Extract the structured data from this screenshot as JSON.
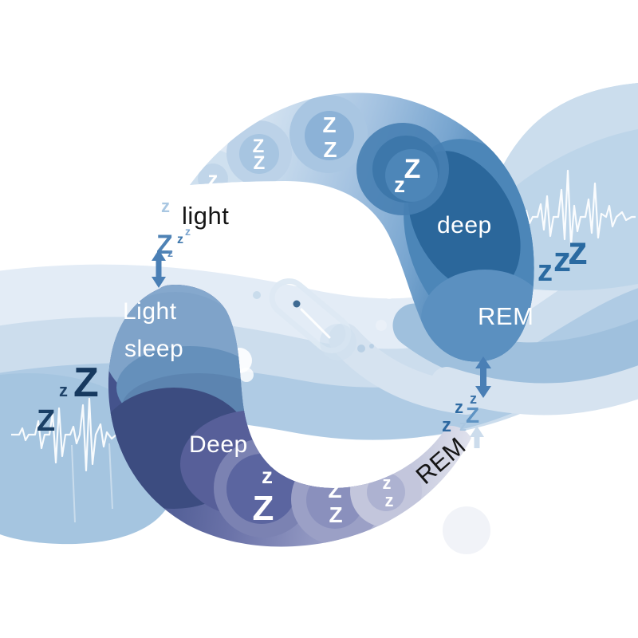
{
  "labels": {
    "light_annotation": "light",
    "top_deep": "deep",
    "top_rem": "REM",
    "bottom_light_line1": "Light",
    "bottom_light_line2": "sleep",
    "bottom_deep": "Deep",
    "bottom_rem": "REM"
  },
  "top_arc_circles": [
    {
      "letters": [
        "z"
      ]
    },
    {
      "letters": [
        "Z",
        "Z"
      ]
    },
    {
      "letters": [
        "Z",
        "Z"
      ]
    },
    {
      "letters": [
        "z",
        "Z"
      ]
    }
  ],
  "bottom_arc_circles": [
    {
      "letters": [
        "z",
        "Z"
      ]
    },
    {
      "letters": [
        "Z",
        "Z"
      ]
    },
    {
      "letters": [
        "z",
        "z"
      ]
    }
  ],
  "z_clusters": {
    "near_light": [
      "z",
      "Z",
      "z",
      "z",
      "z"
    ],
    "left_navy": [
      "Z",
      "z",
      "Z"
    ],
    "right_dark": [
      "z",
      "z",
      "z"
    ],
    "mid_right": [
      "z",
      "z",
      "Z",
      "z",
      "z"
    ]
  },
  "colors": {
    "background": "#ffffff",
    "band_pale": "#e3ecf6",
    "band_light": "#ccdded",
    "band_medium": "#afcbe4",
    "corner_blob": "#bdd5e9",
    "arrow_blue": "#4a7fb5",
    "top_arc_deep_region": "#2b679b",
    "top_arc_rem_region": "#5b90c0",
    "bottom_arc_navy_region": "#3c4c80",
    "bottom_arc_purple_region": "#575f99",
    "label_dark": "#151515",
    "label_white": "#ffffff"
  }
}
